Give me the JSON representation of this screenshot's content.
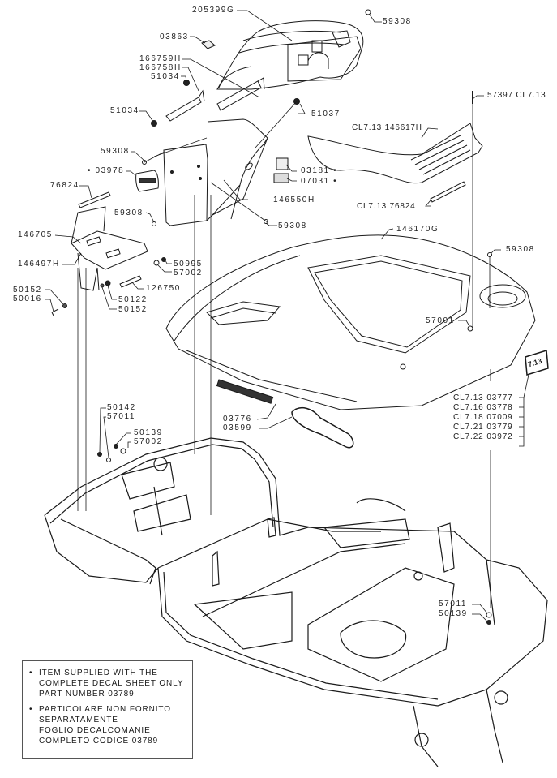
{
  "diagram": {
    "title": "Body and frame exploded parts diagram",
    "labels": {
      "seat_shell": "205399G",
      "screw_top_right": "59308",
      "decal_03863": "03863",
      "bracket_166759": "166759H",
      "bracket_166758": "166758H",
      "nut_51034_a": "51034",
      "nut_51034_b": "51034",
      "nut_51037": "51037",
      "screw_59308_a": "59308",
      "decal_03978": "• 03978",
      "strip_76824": "76824",
      "decal_03181": "03181 •",
      "decal_07031": "07031 •",
      "panel_146550": "146550H",
      "screw_59308_b": "59308",
      "screw_59308_c": "59308",
      "bracket_146705": "146705",
      "bracket_146497": "146497H",
      "nut_50995": "50995",
      "washer_57002_a": "57002",
      "pin_126750": "126750",
      "nut_50122": "50122",
      "nut_50152_b": "50152",
      "nut_50152_a": "50152",
      "bolt_50016": "50016",
      "pin_57397": "57397 CL7.13",
      "footrest_146617": "CL7.13 146617H",
      "strip_cl_76824": "CL7.13 76824",
      "body_146170": "146170G",
      "screw_59308_d": "59308",
      "washer_57001": "57001",
      "decal_713_tag": "7.13",
      "decal_cl713": "CL7.13 03777",
      "decal_cl716": "CL7.16 03778",
      "decal_cl718": "CL7.18 07009",
      "decal_cl721": "CL7.21 03779",
      "decal_cl722": "CL7.22 03972",
      "decal_03776": "03776",
      "decal_03599": "03599",
      "nut_50142": "50142",
      "washer_57011_a": "57011",
      "nut_50139_a": "50139",
      "washer_57002_b": "57002",
      "washer_57011_b": "57011",
      "nut_50139_b": "50139"
    },
    "notes": {
      "english": [
        "ITEM SUPPLIED WITH THE",
        "COMPLETE DECAL SHEET ONLY",
        "PART NUMBER 03789"
      ],
      "italian": [
        "PARTICOLARE NON FORNITO",
        "SEPARATAMENTE",
        "FOGLIO DECALCOMANIE",
        "COMPLETO CODICE 03789"
      ],
      "bullet": "•"
    }
  }
}
